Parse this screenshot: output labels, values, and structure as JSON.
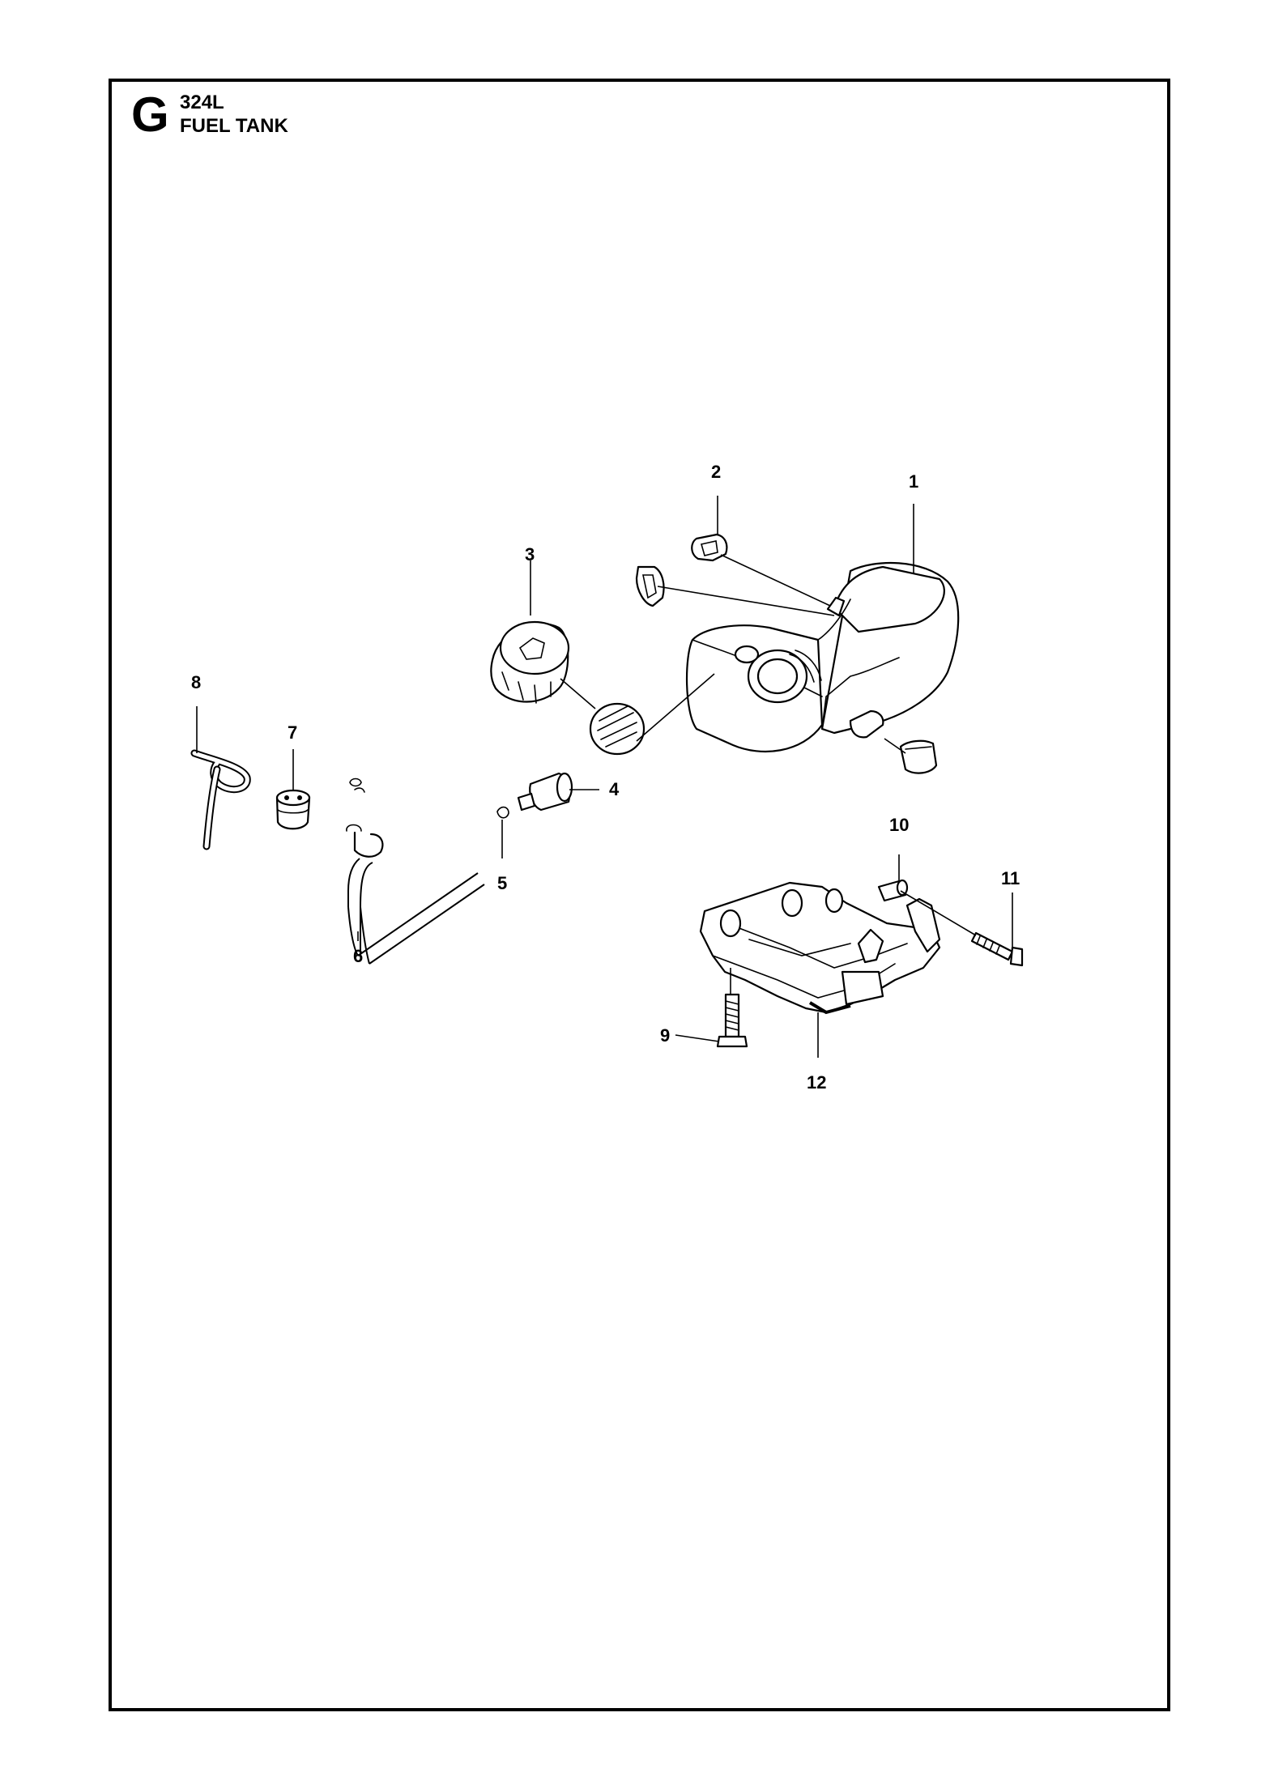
{
  "header": {
    "section_letter": "G",
    "model": "324L",
    "title": "FUEL TANK"
  },
  "callouts": {
    "c1": "1",
    "c2": "2",
    "c3": "3",
    "c4": "4",
    "c5": "5",
    "c6": "6",
    "c7": "7",
    "c8": "8",
    "c9": "9",
    "c10": "10",
    "c11": "11",
    "c12": "12"
  }
}
